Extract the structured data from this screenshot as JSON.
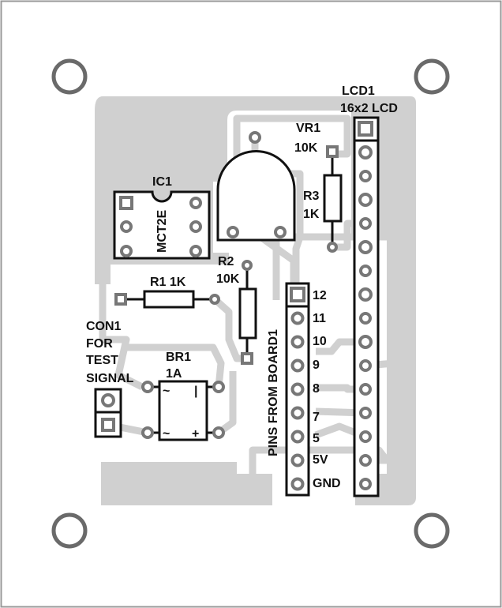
{
  "lcd": {
    "ref": "LCD1",
    "value": "16x2 LCD",
    "pin_count": 16
  },
  "vr1": {
    "ref": "VR1",
    "value": "10K"
  },
  "ic1": {
    "ref": "IC1",
    "value": "MCT2E"
  },
  "r1": {
    "label": "R1 1K"
  },
  "r2": {
    "ref": "R2",
    "value": "10K"
  },
  "r3": {
    "ref": "R3",
    "value": "1K"
  },
  "con1": {
    "lines": [
      "CON1",
      "FOR",
      "TEST",
      "SIGNAL"
    ]
  },
  "br1": {
    "ref": "BR1",
    "value": "1A",
    "marks": {
      "ac1": "~",
      "ac2": "~",
      "neg": "|",
      "pos": "+"
    }
  },
  "header": {
    "title": "PINS FROM BOARD1",
    "pins": [
      "12",
      "11",
      "10",
      "9",
      "8",
      "7",
      "5",
      "5V",
      "GND"
    ]
  },
  "colors": {
    "copper": "#d0d0d0",
    "silkscreen": "#111111",
    "pad": "#777777"
  }
}
